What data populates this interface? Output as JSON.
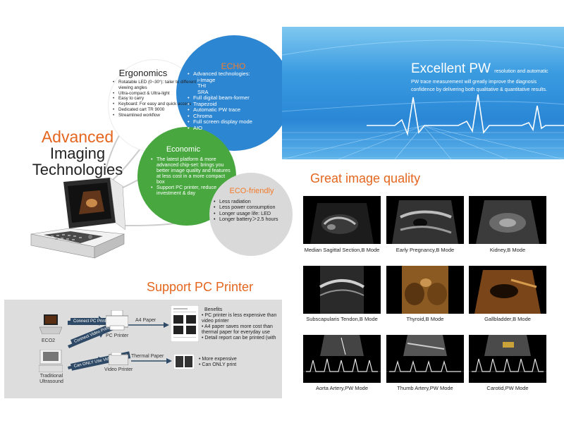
{
  "headline": {
    "line1": "Advanced",
    "line2": "Imaging",
    "line3": "Technologies"
  },
  "ergonomics": {
    "title": "Ergonomics",
    "items": [
      "Rotatable LED (0~30°): tailer to different viewing angles",
      "Ultra-compact & Ultra-light",
      "Easy to carry",
      "Keyboard: For easy and quick access",
      "Dedicated cart TR 9000",
      "Streamlined workflow"
    ]
  },
  "echo": {
    "title": "ECHO",
    "items": [
      "Advanced technologies:",
      "Full digital beam-former",
      "Trapezoid",
      "Automatic PW trace",
      "Chroma",
      "Full screen display mode",
      "AIO"
    ],
    "subitems": [
      "i-Image",
      "THI",
      "SRA"
    ]
  },
  "economic": {
    "title": "Economic",
    "items": [
      "The latest platform & more advanced chip-set: brings you better image quality and features at less cost in a more compact box",
      "Support PC printer, reduce investment & day"
    ]
  },
  "eco_friendly": {
    "title": "ECO-friendly",
    "items": [
      "Less radiation",
      "Less power consumption",
      "Longer usage life: LED",
      "Longer battery＞2.5 hours"
    ]
  },
  "printer": {
    "title": "Support PC Printer",
    "connect_pc": "Connect PC Printer",
    "connect_video": "Connect Video Printer",
    "can_only_video": "Can ONLY Use Video Printer",
    "a4_paper": "A4 Paper",
    "thermal_paper": "Thermal Paper",
    "pc_printer": "PC Printer",
    "video_printer": "Video Printer",
    "eco2": "ECO2",
    "traditional": "Traditional Ultrasound",
    "benefits_title": "Benefits",
    "benefits": [
      "PC printer is less expensive than video printer",
      "A4 paper saves more cost than thermal paper for everyday use",
      "Detail report can be printed (with"
    ],
    "video_notes": [
      "More expensive",
      "Can ONLY print"
    ]
  },
  "pw": {
    "title": "Excellent PW",
    "title_rest": "resolution and automatic",
    "text": "PW trace measurement will greatly improve the diagnosis confidence by delivering both qualitative & quantitative results."
  },
  "gallery": {
    "title": "Great image quality",
    "images": [
      "Median Sagittal Section,B Mode",
      "Early Pregnancy,B Mode",
      "Kidney,B Mode",
      "Subscapularis Tendon,B Mode",
      "Thyroid,B Mode",
      "Gallbladder,B Mode",
      "Aorta Artery,PW Mode",
      "Thumb Artery,PW Mode",
      "Carotid,PW Mode"
    ]
  },
  "colors": {
    "accent_orange": "#e4661f",
    "echo_blue": "#2c86d2",
    "economic_green": "#48a83f",
    "eco_gray": "#d9d9d9"
  }
}
